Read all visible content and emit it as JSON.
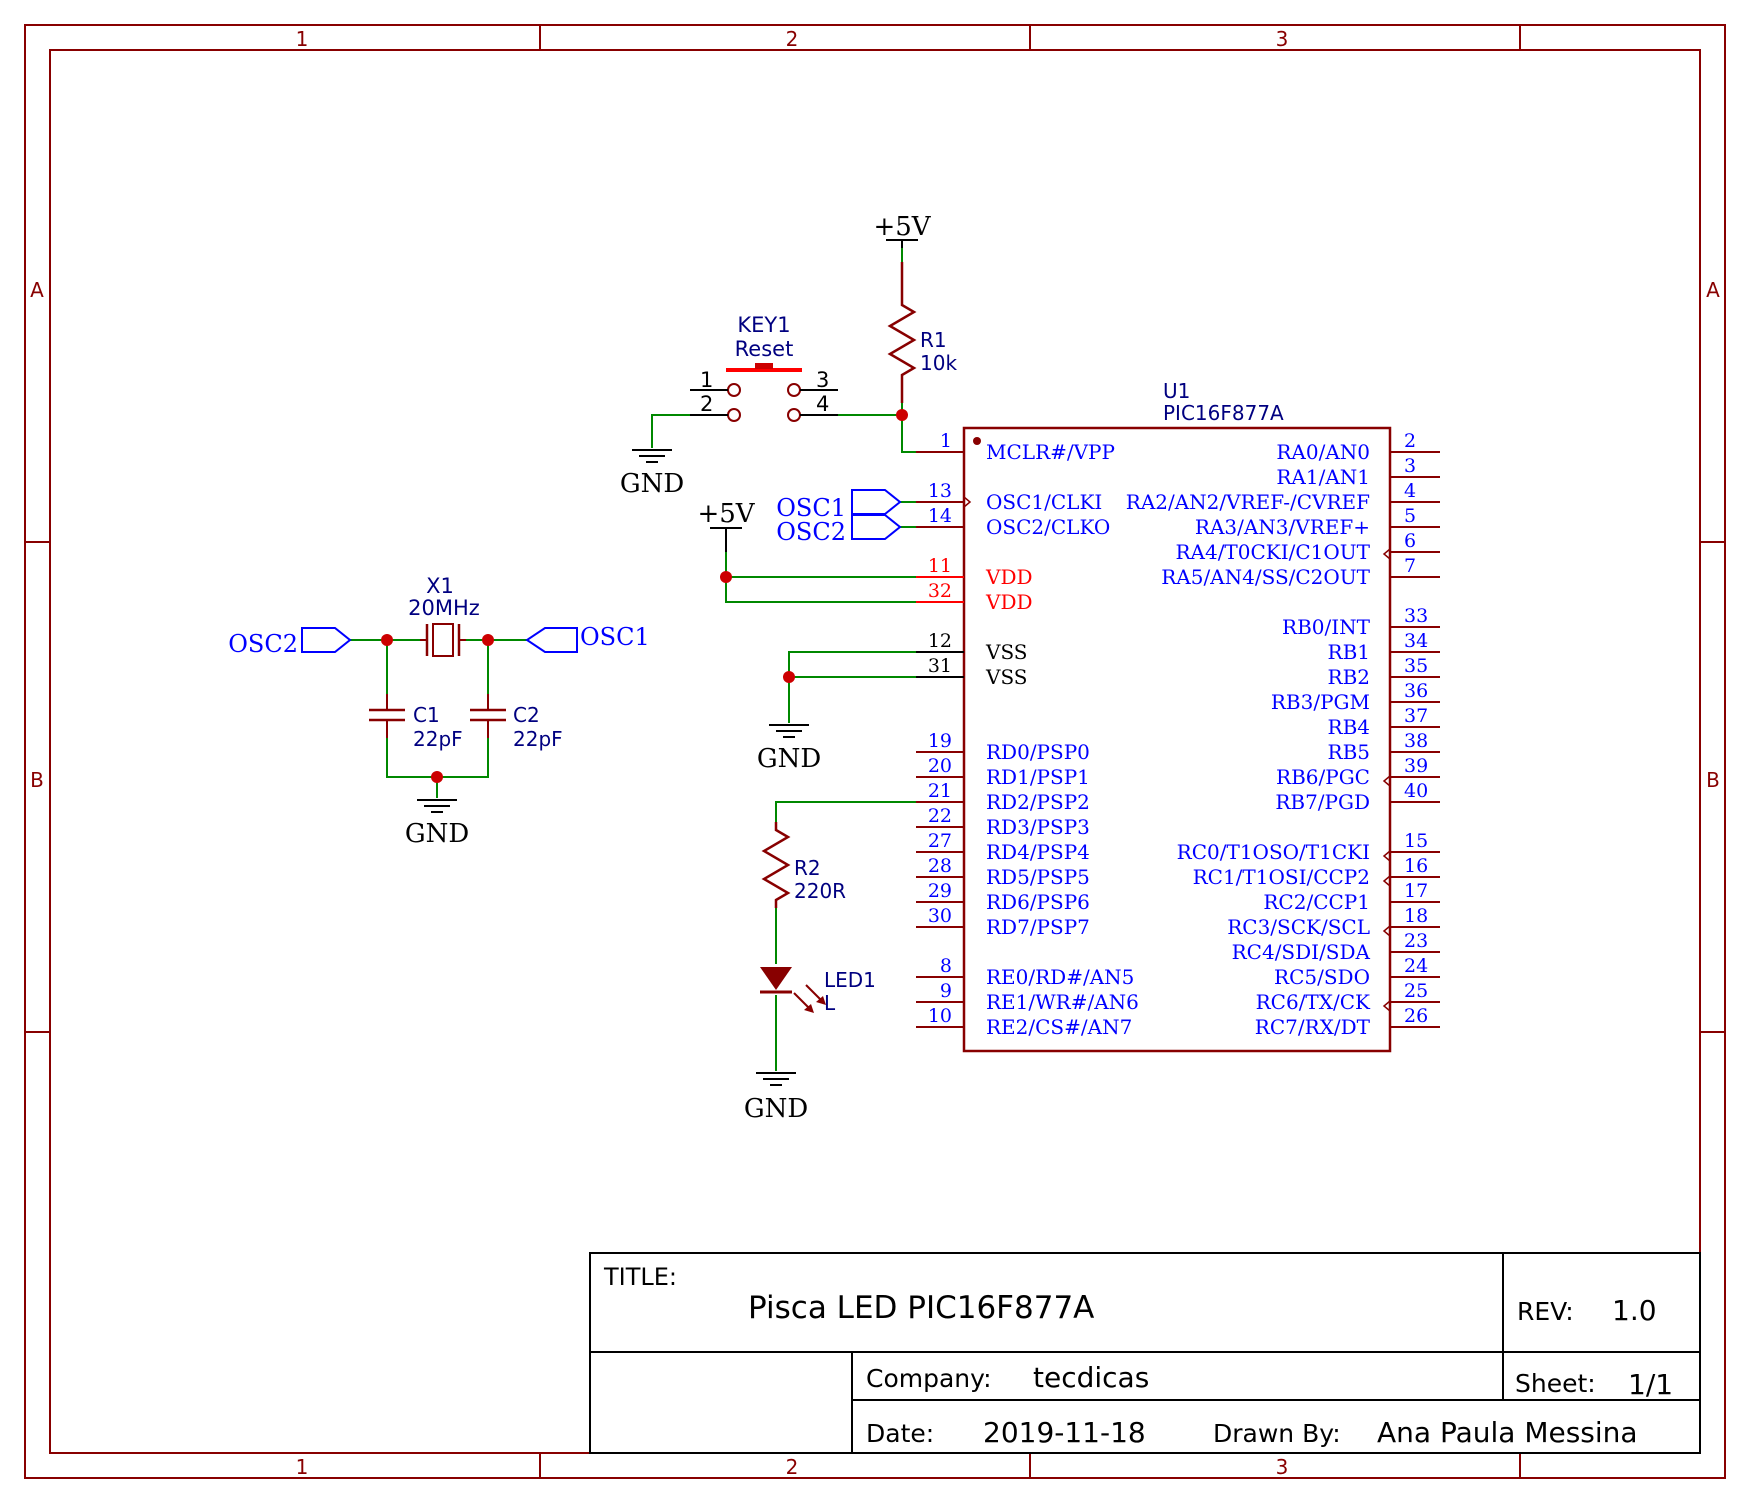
{
  "frame": {
    "col_labels": [
      "1",
      "2",
      "3"
    ],
    "row_labels": [
      "A",
      "B"
    ]
  },
  "title_block": {
    "title_label": "TITLE:",
    "title": "Pisca LED PIC16F877A",
    "rev_label": "REV:",
    "rev": "1.0",
    "company_label": "Company:",
    "company": "tecdicas",
    "sheet_label": "Sheet:",
    "sheet": "1/1",
    "date_label": "Date:",
    "date": "2019-11-18",
    "drawn_label": "Drawn By:",
    "drawn": "Ana Paula Messina"
  },
  "power": {
    "vcc": "+5V",
    "gnd": "GND"
  },
  "components": {
    "key1": {
      "ref": "KEY1",
      "value": "Reset",
      "pins": [
        "1",
        "2",
        "3",
        "4"
      ]
    },
    "r1": {
      "ref": "R1",
      "value": "10k"
    },
    "r2": {
      "ref": "R2",
      "value": "220R"
    },
    "x1": {
      "ref": "X1",
      "value": "20MHz"
    },
    "c1": {
      "ref": "C1",
      "value": "22pF"
    },
    "c2": {
      "ref": "C2",
      "value": "22pF"
    },
    "led1": {
      "ref": "LED1",
      "value": "L"
    },
    "u1": {
      "ref": "U1",
      "value": "PIC16F877A"
    }
  },
  "net_labels": {
    "osc1": "OSC1",
    "osc2": "OSC2"
  },
  "u1_left_pins": [
    {
      "num": "1",
      "name": "MCLR#/VPP",
      "kind": "normal"
    },
    {
      "num": "13",
      "name": "OSC1/CLKI",
      "kind": "normal"
    },
    {
      "num": "14",
      "name": "OSC2/CLKO",
      "kind": "normal"
    },
    {
      "num": "11",
      "name": "VDD",
      "kind": "power"
    },
    {
      "num": "32",
      "name": "VDD",
      "kind": "power"
    },
    {
      "num": "12",
      "name": "VSS",
      "kind": "ground"
    },
    {
      "num": "31",
      "name": "VSS",
      "kind": "ground"
    },
    {
      "num": "19",
      "name": "RD0/PSP0",
      "kind": "normal"
    },
    {
      "num": "20",
      "name": "RD1/PSP1",
      "kind": "normal"
    },
    {
      "num": "21",
      "name": "RD2/PSP2",
      "kind": "normal"
    },
    {
      "num": "22",
      "name": "RD3/PSP3",
      "kind": "normal"
    },
    {
      "num": "27",
      "name": "RD4/PSP4",
      "kind": "normal"
    },
    {
      "num": "28",
      "name": "RD5/PSP5",
      "kind": "normal"
    },
    {
      "num": "29",
      "name": "RD6/PSP6",
      "kind": "normal"
    },
    {
      "num": "30",
      "name": "RD7/PSP7",
      "kind": "normal"
    },
    {
      "num": "8",
      "name": "RE0/RD#/AN5",
      "kind": "normal"
    },
    {
      "num": "9",
      "name": "RE1/WR#/AN6",
      "kind": "normal"
    },
    {
      "num": "10",
      "name": "RE2/CS#/AN7",
      "kind": "normal"
    }
  ],
  "u1_right_pins": [
    {
      "num": "2",
      "name": "RA0/AN0"
    },
    {
      "num": "3",
      "name": "RA1/AN1"
    },
    {
      "num": "4",
      "name": "RA2/AN2/VREF-/CVREF"
    },
    {
      "num": "5",
      "name": "RA3/AN3/VREF+"
    },
    {
      "num": "6",
      "name": "RA4/T0CKI/C1OUT"
    },
    {
      "num": "7",
      "name": "RA5/AN4/SS/C2OUT"
    },
    {
      "num": "33",
      "name": "RB0/INT"
    },
    {
      "num": "34",
      "name": "RB1"
    },
    {
      "num": "35",
      "name": "RB2"
    },
    {
      "num": "36",
      "name": "RB3/PGM"
    },
    {
      "num": "37",
      "name": "RB4"
    },
    {
      "num": "38",
      "name": "RB5"
    },
    {
      "num": "39",
      "name": "RB6/PGC"
    },
    {
      "num": "40",
      "name": "RB7/PGD"
    },
    {
      "num": "15",
      "name": "RC0/T1OSO/T1CKI"
    },
    {
      "num": "16",
      "name": "RC1/T1OSI/CCP2"
    },
    {
      "num": "17",
      "name": "RC2/CCP1"
    },
    {
      "num": "18",
      "name": "RC3/SCK/SCL"
    },
    {
      "num": "23",
      "name": "RC4/SDI/SDA"
    },
    {
      "num": "24",
      "name": "RC5/SDO"
    },
    {
      "num": "25",
      "name": "RC6/TX/CK"
    },
    {
      "num": "26",
      "name": "RC7/RX/DT"
    }
  ],
  "colors": {
    "frame": "#880000",
    "wire": "#008800",
    "junction": "#cc0000",
    "part": "#880000",
    "pin_text": "#0000ff",
    "ref_text": "#000080",
    "power_pin": "#ff0000",
    "switch_bar": "#ff0000",
    "black": "#000000"
  }
}
